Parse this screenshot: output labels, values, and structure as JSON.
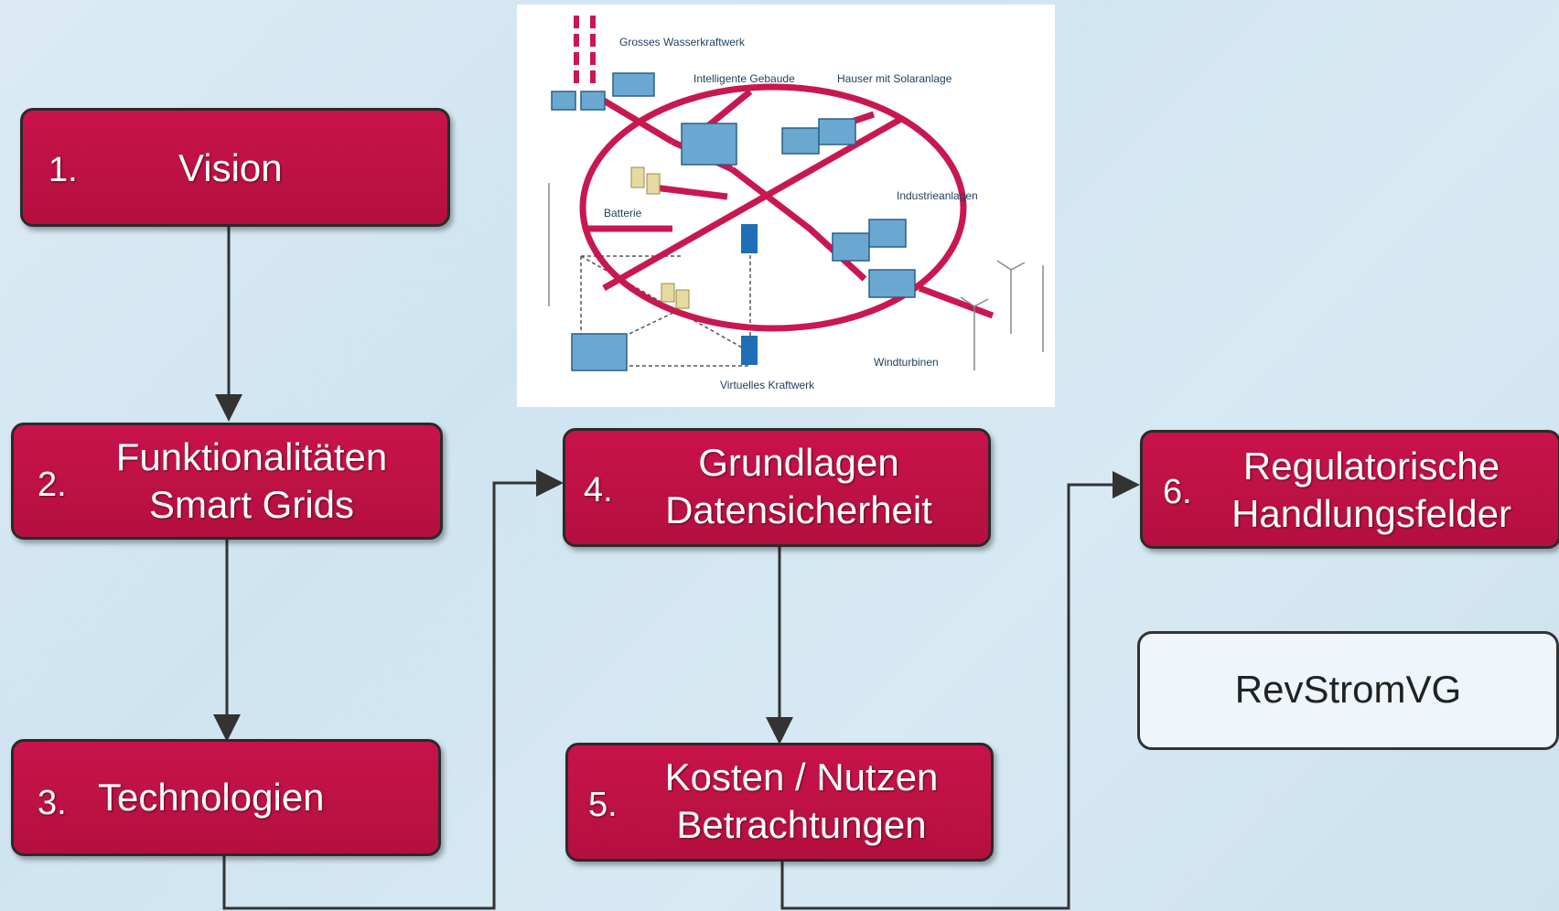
{
  "boxes": {
    "vision": {
      "num": "1.",
      "line1": "Vision"
    },
    "funktion": {
      "num": "2.",
      "line1": "Funktionalitäten",
      "line2": "Smart Grids"
    },
    "technologien": {
      "num": "3.",
      "line1": "Technologien"
    },
    "grundlagen": {
      "num": "4.",
      "line1": "Grundlagen",
      "line2": "Datensicherheit"
    },
    "kosten": {
      "num": "5.",
      "line1": "Kosten / Nutzen",
      "line2": "Betrachtungen"
    },
    "regulatorisch": {
      "num": "6.",
      "line1": "Regulatorische",
      "line2": "Handlungsfelder"
    }
  },
  "revstrom": "RevStromVG",
  "illustration": {
    "labels": {
      "wasserkraftwerk": "Grosses Wasserkraftwerk",
      "gebaude": "Intelligente Gebaude",
      "solar": "Hauser mit Solaranlage",
      "batterie": "Batterie",
      "industrie": "Industrieanlagen",
      "kraftwerk": "Virtuelles Kraftwerk",
      "wind": "Windturbinen"
    }
  },
  "colors": {
    "box": "#c8134a",
    "ring": "#c8184f",
    "line": "#333333"
  }
}
